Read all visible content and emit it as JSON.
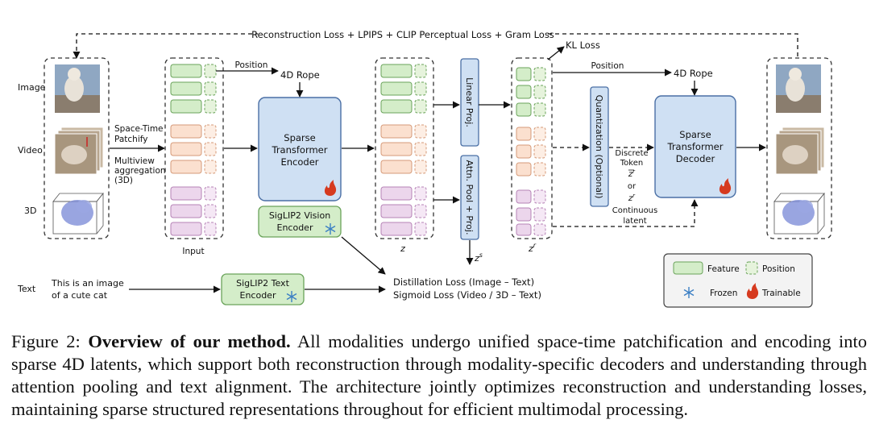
{
  "diagram": {
    "top_loss": "Reconstruction Loss + LPIPS + CLIP Perceptual Loss + Gram Loss",
    "kl_loss": "KL Loss",
    "modalities": {
      "image": "Image",
      "video": "Video",
      "three_d": "3D",
      "text": "Text"
    },
    "patchify": [
      "Space-Time",
      "Patchify"
    ],
    "multiview": [
      "Multiview",
      "aggregation",
      "(3D)"
    ],
    "input_label": "Input",
    "position_label": "Position",
    "rope_label": "4D Rope",
    "encoder": [
      "Sparse",
      "Transformer",
      "Encoder"
    ],
    "decoder": [
      "Sparse",
      "Transformer",
      "Decoder"
    ],
    "siglip_vision": [
      "SigLIP2 Vision",
      "Encoder"
    ],
    "siglip_text": [
      "SigLIP2 Text",
      "Encoder"
    ],
    "z_label": "z",
    "zr_label": "z",
    "zr_sup": "r",
    "zs_label": "z",
    "zs_sup": "s",
    "linear_proj": "Linear Proj.",
    "attn_pool": "Attn. Pool + Proj.",
    "quantization": "Quantization (Optional)",
    "discrete": [
      "Discrete",
      "Token"
    ],
    "or_label": "or",
    "continuous": [
      "Continuous",
      "latent"
    ],
    "text_input": [
      "This is an image",
      "of a cute cat"
    ],
    "distill_loss": "Distillation Loss (Image – Text)",
    "sigmoid_loss": "Sigmoid Loss (Video / 3D – Text)",
    "legend": {
      "feature": "Feature",
      "position": "Position",
      "frozen": "Frozen",
      "trainable": "Trainable"
    }
  },
  "caption": {
    "prefix": "Figure 2: ",
    "title": "Overview of our method.",
    "body": " All modalities undergo unified space-time patchification and encoding into sparse 4D latents, which support both reconstruction through modality-specific decoders and understanding through attention pooling and text alignment. The architecture jointly optimizes reconstruction and understanding losses, maintaining sparse structured representations throughout for efficient multimodal processing."
  },
  "colors": {
    "feature_fill": "#d4edc9",
    "feature_stroke": "#6aa35a",
    "position_fill": "#e6f3dc",
    "orange_fill": "#fbe0cf",
    "orange_stroke": "#d69a78",
    "pink_fill": "#ecd6ec",
    "pink_stroke": "#b683b6",
    "encoder_fill": "#cfe0f3",
    "encoder_stroke": "#4a6fa5"
  }
}
